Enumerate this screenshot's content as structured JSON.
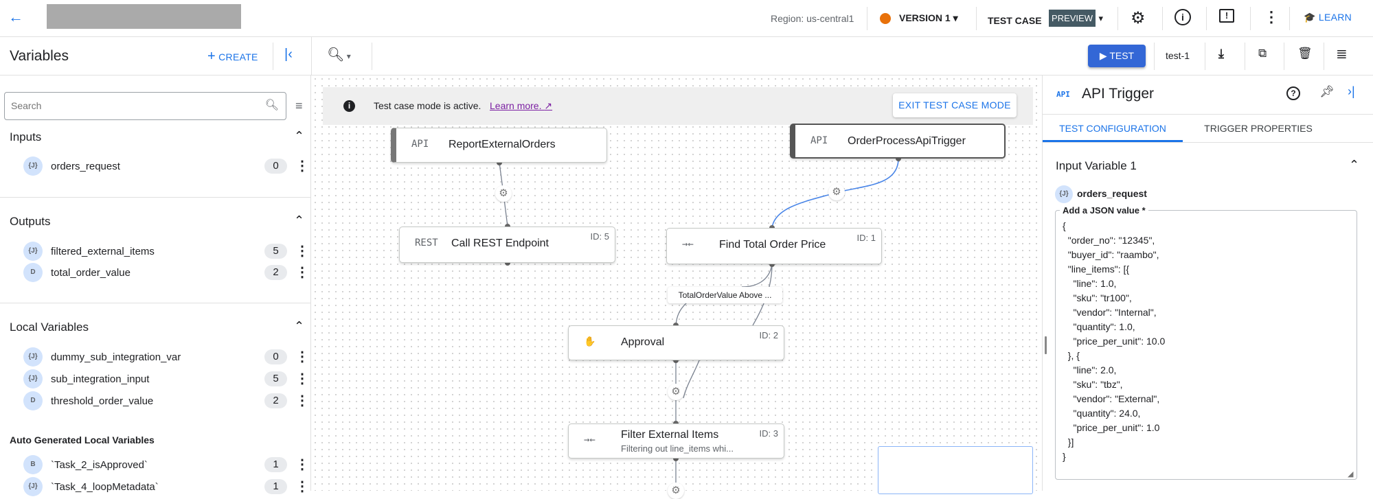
{
  "topbar": {
    "region": "Region: us-central1",
    "version": "VERSION 1",
    "test_case": "TEST CASE",
    "preview_badge": "PREVIEW",
    "learn": "LEARN",
    "version_color": "#e8710a"
  },
  "toolbar": {
    "title": "Variables",
    "create": "CREATE",
    "test": "TEST",
    "test_name": "test-1"
  },
  "left": {
    "search_placeholder": "Search",
    "inputs": {
      "title": "Inputs",
      "items": [
        {
          "icon": "{J}",
          "name": "orders_request",
          "count": "0"
        }
      ]
    },
    "outputs": {
      "title": "Outputs",
      "items": [
        {
          "icon": "{J}",
          "name": "filtered_external_items",
          "count": "5"
        },
        {
          "icon": "D",
          "name": "total_order_value",
          "count": "2"
        }
      ]
    },
    "locals": {
      "title": "Local Variables",
      "items": [
        {
          "icon": "{J}",
          "name": "dummy_sub_integration_var",
          "count": "0"
        },
        {
          "icon": "{J}",
          "name": "sub_integration_input",
          "count": "5"
        },
        {
          "icon": "D",
          "name": "threshold_order_value",
          "count": "2"
        }
      ]
    },
    "auto": {
      "title": "Auto Generated Local Variables",
      "items": [
        {
          "icon": "B",
          "name": "`Task_2_isApproved`",
          "count": "1"
        },
        {
          "icon": "{J}",
          "name": "`Task_4_loopMetadata`",
          "count": "1"
        }
      ]
    }
  },
  "canvas": {
    "banner": {
      "text": "Test case mode is active.",
      "link": "Learn more.",
      "exit": "EXIT TEST CASE MODE"
    },
    "nodes": [
      {
        "icon": "API",
        "title": "ReportExternalOrders",
        "id": ""
      },
      {
        "icon": "API",
        "title": "OrderProcessApiTrigger",
        "id": ""
      },
      {
        "icon": "REST",
        "title": "Call REST Endpoint",
        "id": "ID: 5"
      },
      {
        "icon": "→←",
        "title": "Find Total Order Price",
        "id": "ID: 1"
      },
      {
        "icon": "✋",
        "title": "Approval",
        "id": "ID: 2"
      },
      {
        "icon": "→←",
        "title": "Filter External Items",
        "id": "ID: 3",
        "subtitle": "Filtering out line_items whi..."
      }
    ],
    "edge_label": "TotalOrderValue Above ..."
  },
  "right": {
    "icon": "API",
    "title": "API Trigger",
    "tabs": [
      "TEST CONFIGURATION",
      "TRIGGER PROPERTIES"
    ],
    "active_tab": 0,
    "section": "Input Variable 1",
    "var_icon": "{J}",
    "var_name": "orders_request",
    "json_label": "Add a JSON value *",
    "json_lines": [
      "{",
      "  \"order_no\": \"12345\",",
      "  \"buyer_id\": \"raambo\",",
      "  \"line_items\": [{",
      "    \"line\": 1.0,",
      "    \"sku\": \"tr100\",",
      "    \"vendor\": \"Internal\",",
      "    \"quantity\": 1.0,",
      "    \"price_per_unit\": 10.0",
      "  }, {",
      "    \"line\": 2.0,",
      "    \"sku\": \"tbz\",",
      "    \"vendor\": \"External\",",
      "    \"quantity\": 24.0,",
      "    \"price_per_unit\": 1.0",
      "  }]",
      "}"
    ]
  },
  "colors": {
    "accent": "#1a73e8",
    "badge": "#455a64",
    "link": "#7b1fa2"
  }
}
